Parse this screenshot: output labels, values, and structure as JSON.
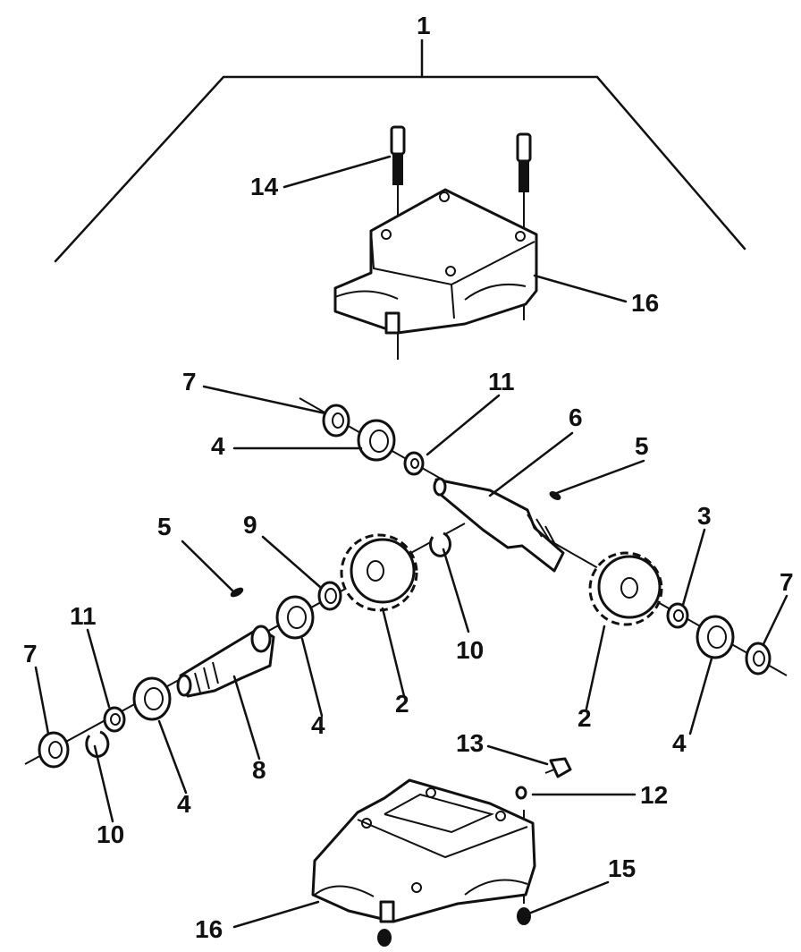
{
  "labels": {
    "assembly": "1",
    "bolt": "14",
    "upper_housing": "16",
    "washer_top_left": "7",
    "bearing_top_left": "4",
    "spacer_top": "11",
    "shaft_top": "6",
    "key_top": "5",
    "washer_top_right": "3",
    "washer_right": "7",
    "key_left": "5",
    "spacer_mid": "9",
    "gear_left": "2",
    "clip_mid": "10",
    "gear_right": "2",
    "bearing_right": "4",
    "washer_left": "7",
    "spacer_left": "11",
    "bearing_mid": "4",
    "shaft_lower": "8",
    "bearing_left": "4",
    "clip_left": "10",
    "screw": "13",
    "oring": "12",
    "plug": "15",
    "lower_housing": "16"
  }
}
